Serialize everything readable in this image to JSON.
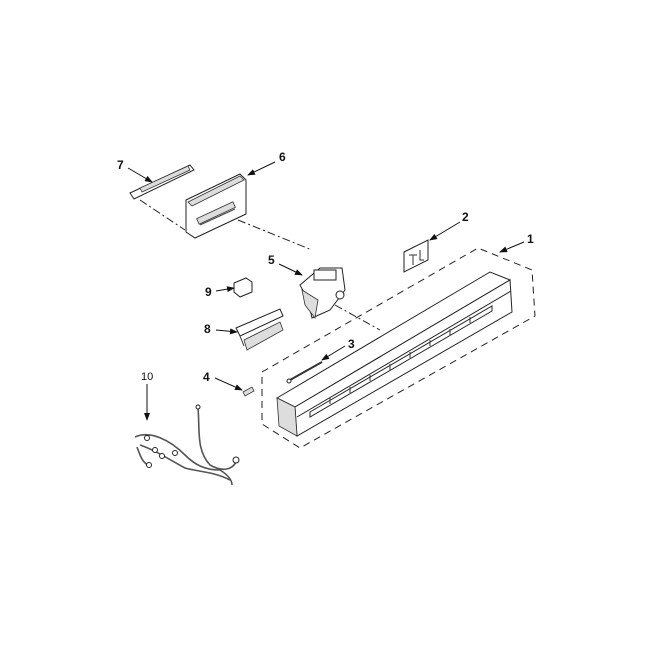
{
  "diagram": {
    "type": "exploded-parts-diagram",
    "callouts": {
      "p1": "1",
      "p2": "2",
      "p3": "3",
      "p4": "4",
      "p5": "5",
      "p6": "6",
      "p7": "7",
      "p8": "8",
      "p9": "9",
      "p10": "10"
    }
  }
}
